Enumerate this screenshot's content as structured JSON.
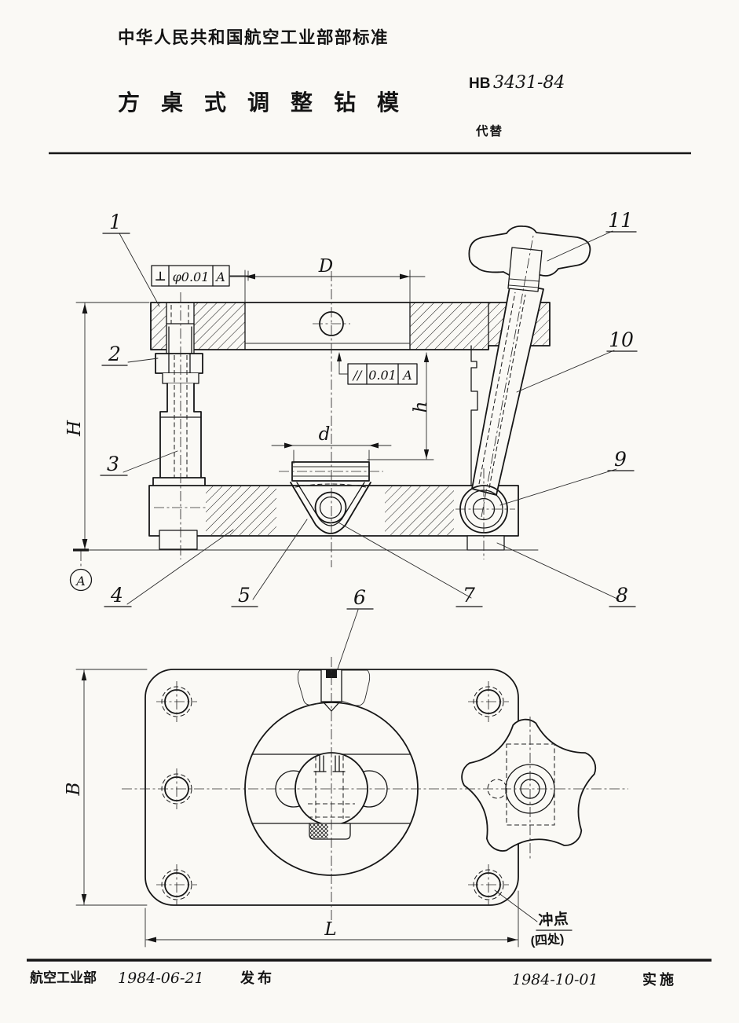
{
  "header": {
    "authority": "中华人民共和国航空工业部部标准",
    "title": "方桌式调整钻模",
    "standard_prefix": "HB",
    "standard_number": "3431-84",
    "replaces_label": "代替"
  },
  "drawing": {
    "part_numbers": [
      "1",
      "2",
      "3",
      "4",
      "5",
      "6",
      "7",
      "8",
      "9",
      "10",
      "11"
    ],
    "dim_labels": {
      "D": "D",
      "H": "H",
      "h": "h",
      "d": "d",
      "B": "B",
      "L": "L"
    },
    "tolerance_frames": {
      "perpendicularity": {
        "symbol": "⊥",
        "value": "φ0.01",
        "datum": "A"
      },
      "parallelism": {
        "symbol": "//",
        "value": "0.01",
        "datum": "A"
      }
    },
    "datum_label": "A",
    "punch_note": {
      "line1": "冲点",
      "line2": "(四处)"
    }
  },
  "footer": {
    "issuer": "航空工业部",
    "issue_date": "1984-06-21",
    "issue_label": "发布",
    "effective_date": "1984-10-01",
    "effective_label": "实施"
  }
}
